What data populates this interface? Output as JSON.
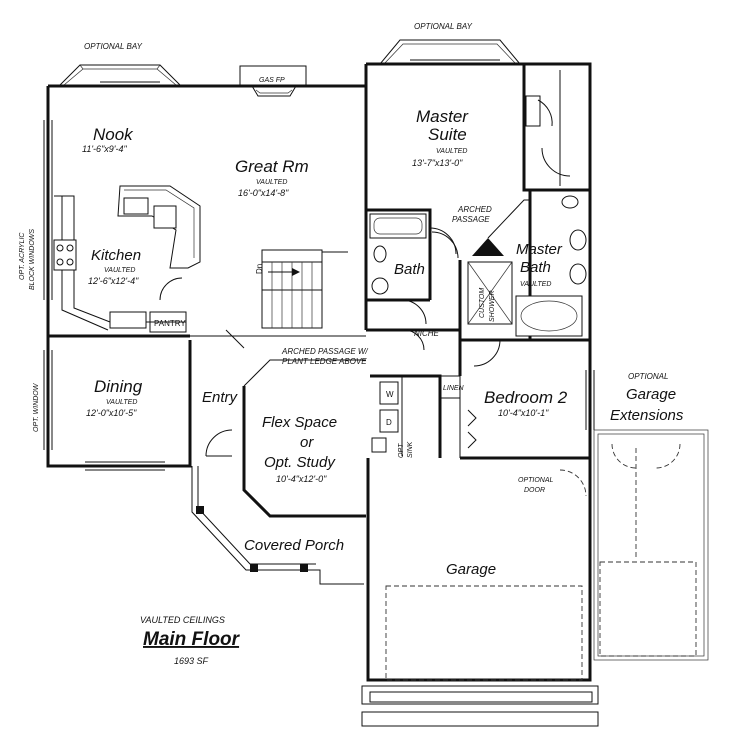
{
  "plan": {
    "title": "Main Floor",
    "subtitle": "VAULTED CEILINGS",
    "area": "1693 SF"
  },
  "rooms": {
    "nook": {
      "name": "Nook",
      "dims": "11'-6\"x9'-4\""
    },
    "great_rm": {
      "name": "Great Rm",
      "note": "VAULTED",
      "dims": "16'-0\"x14'-8\""
    },
    "kitchen": {
      "name": "Kitchen",
      "note": "VAULTED",
      "dims": "12'-6\"x12'-4\""
    },
    "master_suite": {
      "name_line1": "Master",
      "name_line2": "Suite",
      "note": "VAULTED",
      "dims": "13'-7\"x13'-0\""
    },
    "master_bath": {
      "name_line1": "Master",
      "name_line2": "Bath",
      "note": "VAULTED"
    },
    "bath": {
      "name": "Bath"
    },
    "dining": {
      "name": "Dining",
      "note": "VAULTED",
      "dims": "12'-0\"x10'-5\""
    },
    "entry": {
      "name": "Entry"
    },
    "flex": {
      "line1": "Flex Space",
      "line2": "or",
      "line3": "Opt. Study",
      "dims": "10'-4\"x12'-0\""
    },
    "bedroom2": {
      "name": "Bedroom 2",
      "dims": "10'-4\"x10'-1\""
    },
    "garage": {
      "name": "Garage"
    },
    "porch": {
      "name": "Covered Porch"
    }
  },
  "labels": {
    "optional_bay_left": "OPTIONAL BAY",
    "optional_bay_right": "OPTIONAL BAY",
    "gas_fp": "GAS FP",
    "arched_passage_line1": "ARCHED",
    "arched_passage_line2": "PASSAGE",
    "opt_acrylic_line1": "OPT. ACRYLIC",
    "opt_acrylic_line2": "BLOCK WINDOWS",
    "pantry": "PANTRY",
    "dn": "Dn",
    "custom_shower_line1": "CUSTOM",
    "custom_shower_line2": "SHOWER",
    "niche": "NICHE",
    "arched_plant_line1": "ARCHED PASSAGE W/",
    "arched_plant_line2": "PLANT LEDGE ABOVE",
    "opt_window": "OPT. WINDOW",
    "linen": "LINEN",
    "washer": "W",
    "dryer": "D",
    "opt_sink_line1": "OPT",
    "opt_sink_line2": "SINK",
    "optional_door_line1": "OPTIONAL",
    "optional_door_line2": "DOOR",
    "garage_ext_line1": "OPTIONAL",
    "garage_ext_line2": "Garage",
    "garage_ext_line3": "Extensions"
  }
}
